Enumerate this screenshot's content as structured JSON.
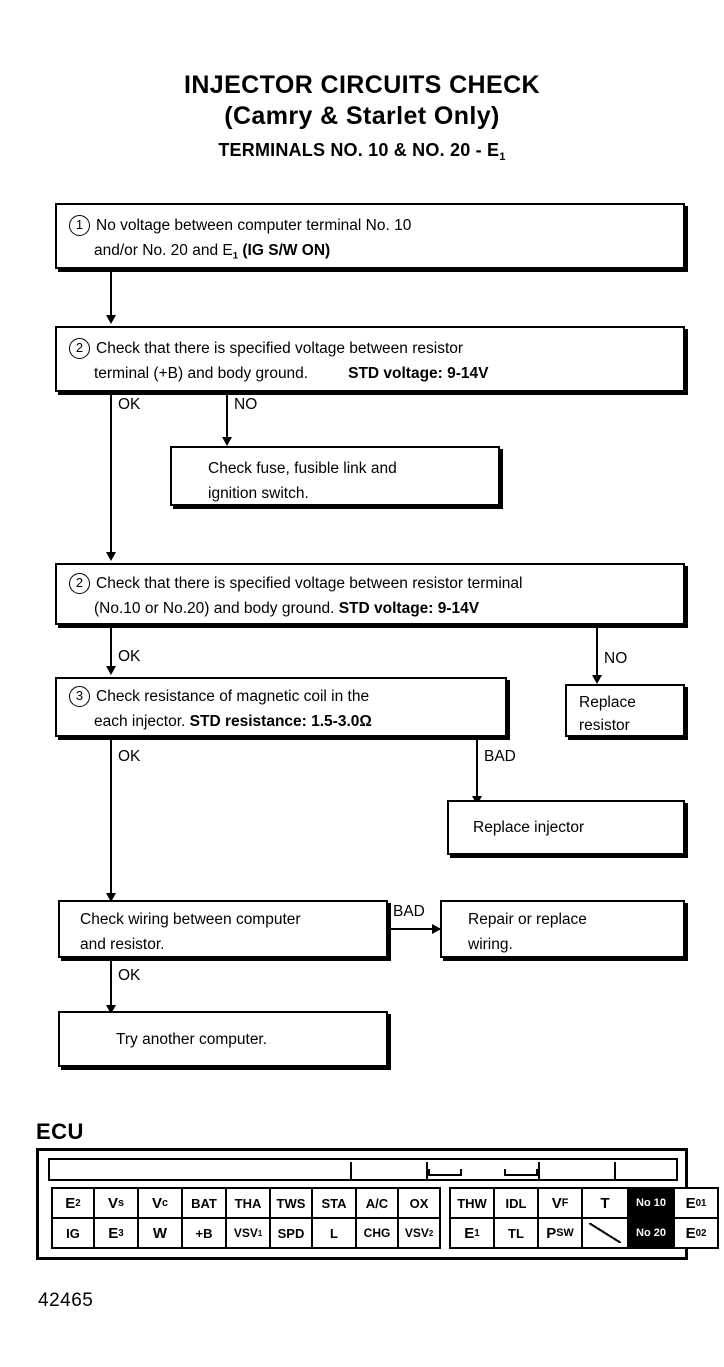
{
  "title": {
    "main_line1": "INJECTOR CIRCUITS CHECK",
    "main_line2": "(Camry & Starlet Only)",
    "sub_prefix": "TERMINALS NO. 10 & NO. 20 - E",
    "sub_subscript": "1"
  },
  "flow": {
    "step1": {
      "number": "1",
      "line1": "No voltage between computer terminal No. 10",
      "line2_a": "and/or No. 20 and E",
      "line2_sub": "1",
      "line2_b": " (IG S/W ON)"
    },
    "step2a": {
      "number": "2",
      "line1": "Check that there is specified voltage between resistor",
      "line2": "terminal (+B) and body ground.",
      "spec": "STD voltage: 9-14V"
    },
    "fuse_box": {
      "line1": "Check fuse, fusible link and",
      "line2": "ignition switch."
    },
    "step2b": {
      "number": "2",
      "line1": "Check that there is specified voltage between resistor terminal",
      "line2": "(No.10 or No.20) and body ground.",
      "spec": "STD voltage: 9-14V"
    },
    "replace_resistor": {
      "line1": "Replace",
      "line2": "resistor"
    },
    "step3": {
      "number": "3",
      "line1": "Check resistance of magnetic coil in the",
      "line2": "each injector.",
      "spec": "STD resistance: 1.5-3.0Ω"
    },
    "replace_injector": {
      "line1": "Replace injector"
    },
    "check_wiring": {
      "line1": "Check wiring between computer",
      "line2": "and resistor."
    },
    "repair_wiring": {
      "line1": "Repair or replace",
      "line2": "wiring."
    },
    "try_computer": {
      "line1": "Try another computer."
    },
    "labels": {
      "ok1": "OK",
      "no1": "NO",
      "ok2": "OK",
      "no2": "NO",
      "ok3": "OK",
      "bad1": "BAD",
      "ok4": "OK",
      "bad2": "BAD"
    }
  },
  "ecu": {
    "label": "ECU",
    "left_connector": {
      "top_row": [
        "E2",
        "Vs",
        "Vc",
        "BAT",
        "THA",
        "TWS",
        "STA",
        "A/C",
        "OX"
      ],
      "bottom_row": [
        "IG",
        "E3",
        "W",
        "+B",
        "VSV1",
        "SPD",
        "L",
        "CHG",
        "VSV2"
      ]
    },
    "right_connector": {
      "top_row": [
        "THW",
        "IDL",
        "VF",
        "T",
        "No 10",
        "E01"
      ],
      "bottom_row": [
        "E1",
        "TL",
        "PSW",
        "",
        "No 20",
        "E02"
      ]
    }
  },
  "figure_number": "42465"
}
